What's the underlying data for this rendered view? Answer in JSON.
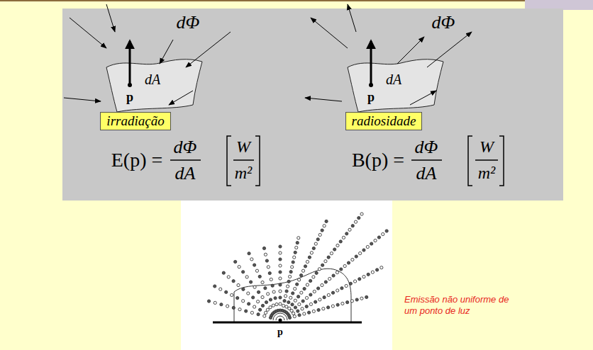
{
  "diagram": {
    "nodes": [
      {
        "text": [
          "irradiação"
        ]
      },
      {
        "text": [
          "radiosidade"
        ]
      }
    ],
    "labels": [
      "dΦ",
      "dA",
      "p",
      "E(p) =",
      "dΦ",
      "dA",
      "W",
      "m²",
      "dΦ",
      "dA",
      "p",
      "B(p) =",
      "dΦ",
      "dA",
      "W",
      "m²",
      "p",
      "Emissão não uniforme de um ponto de luz"
    ]
  }
}
